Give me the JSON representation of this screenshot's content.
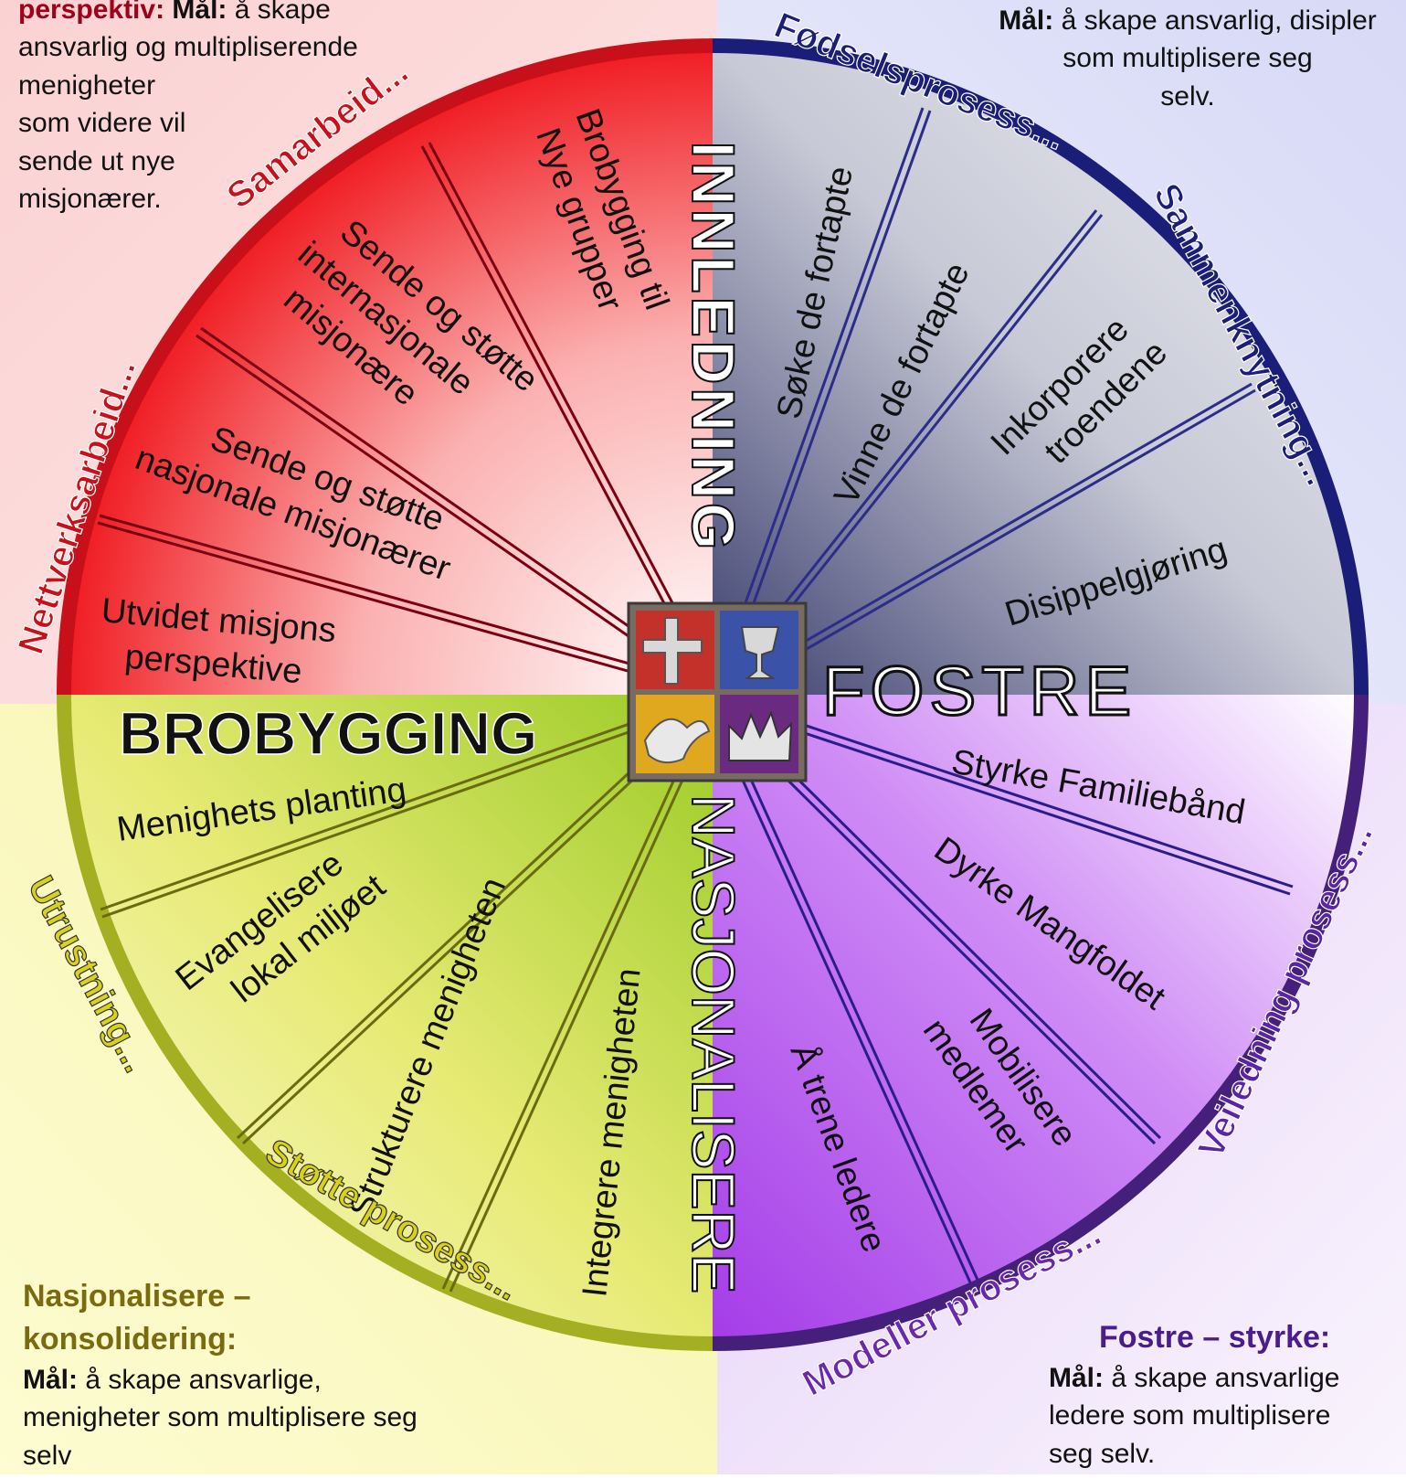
{
  "corners": {
    "top_left": {
      "heading": "perspektiv:",
      "goal_label": "Mål:",
      "text_lines": [
        "å skape",
        "ansvarlig og multipliserende",
        "menigheter",
        "som videre vil",
        "sende ut nye",
        "misjonærer."
      ]
    },
    "top_right": {
      "goal_label": "Mål:",
      "text_lines": [
        "å skape ansvarlig, disipler",
        "som multiplisere seg",
        "selv."
      ]
    },
    "bottom_left": {
      "heading_lines": [
        "Nasjonalisere –",
        "konsolidering:"
      ],
      "goal_label": "Mål:",
      "text_lines": [
        "å skape ansvarlige,",
        "menigheter som multiplisere seg",
        "selv"
      ]
    },
    "bottom_right": {
      "heading": "Fostre – styrke:",
      "goal_label": "Mål:",
      "text_lines": [
        "å skape ansvarlige",
        "ledere som multiplisere",
        "seg selv."
      ]
    }
  },
  "quadrant_titles": {
    "innledning": "INNLEDNING",
    "fostre": "FOSTRE",
    "nasjonalisere": "NASJONALISERE",
    "brobygging": "BROBYGGING"
  },
  "rim_labels": {
    "fodselsprosess": "Fødselsprosess...",
    "sammenknytning": "Sammenknytning...",
    "veiledning": "Veiledning prosess...",
    "modeller": "Modeller prosess...",
    "stotte": "Støtte prosess...",
    "utrustning": "Utrustning...",
    "nettverksarbeid": "Nettverksarbeid...",
    "samarbeid": "Samarbeid..."
  },
  "segments": {
    "soke": "Søke de fortapte",
    "vinne": "Vinne de fortapte",
    "inkorporere": [
      "Inkorporere",
      "troendene"
    ],
    "disippel": "Disippelgjøring",
    "styrke": "Styrke Familiebånd",
    "dyrke": "Dyrke Mangfoldet",
    "mobilisere": [
      "Mobilisere",
      "medlemer"
    ],
    "trene": "Å trene ledere",
    "integrere": "Integrere menigheten",
    "strukturere": "Strukturere menigheten",
    "evangelisere": [
      "Evangelisere",
      "lokal miljøet"
    ],
    "planting": "Menighets planting",
    "utvidet": [
      "Utvidet misjons",
      "perspektive"
    ],
    "nasjonale": [
      "Sende og støtte",
      "nasjonale misjonærer"
    ],
    "internasjonale": [
      "Sende og støtte",
      "internasjonale",
      "misjonære"
    ],
    "nye_grupper": [
      "Brobygging til",
      "Nye grupper"
    ]
  },
  "colors": {
    "red": "#e8181e",
    "navy": "#1b1f7a",
    "purple": "#7a28c8",
    "olive": "#9aa515",
    "dark_red": "#a8001e"
  }
}
